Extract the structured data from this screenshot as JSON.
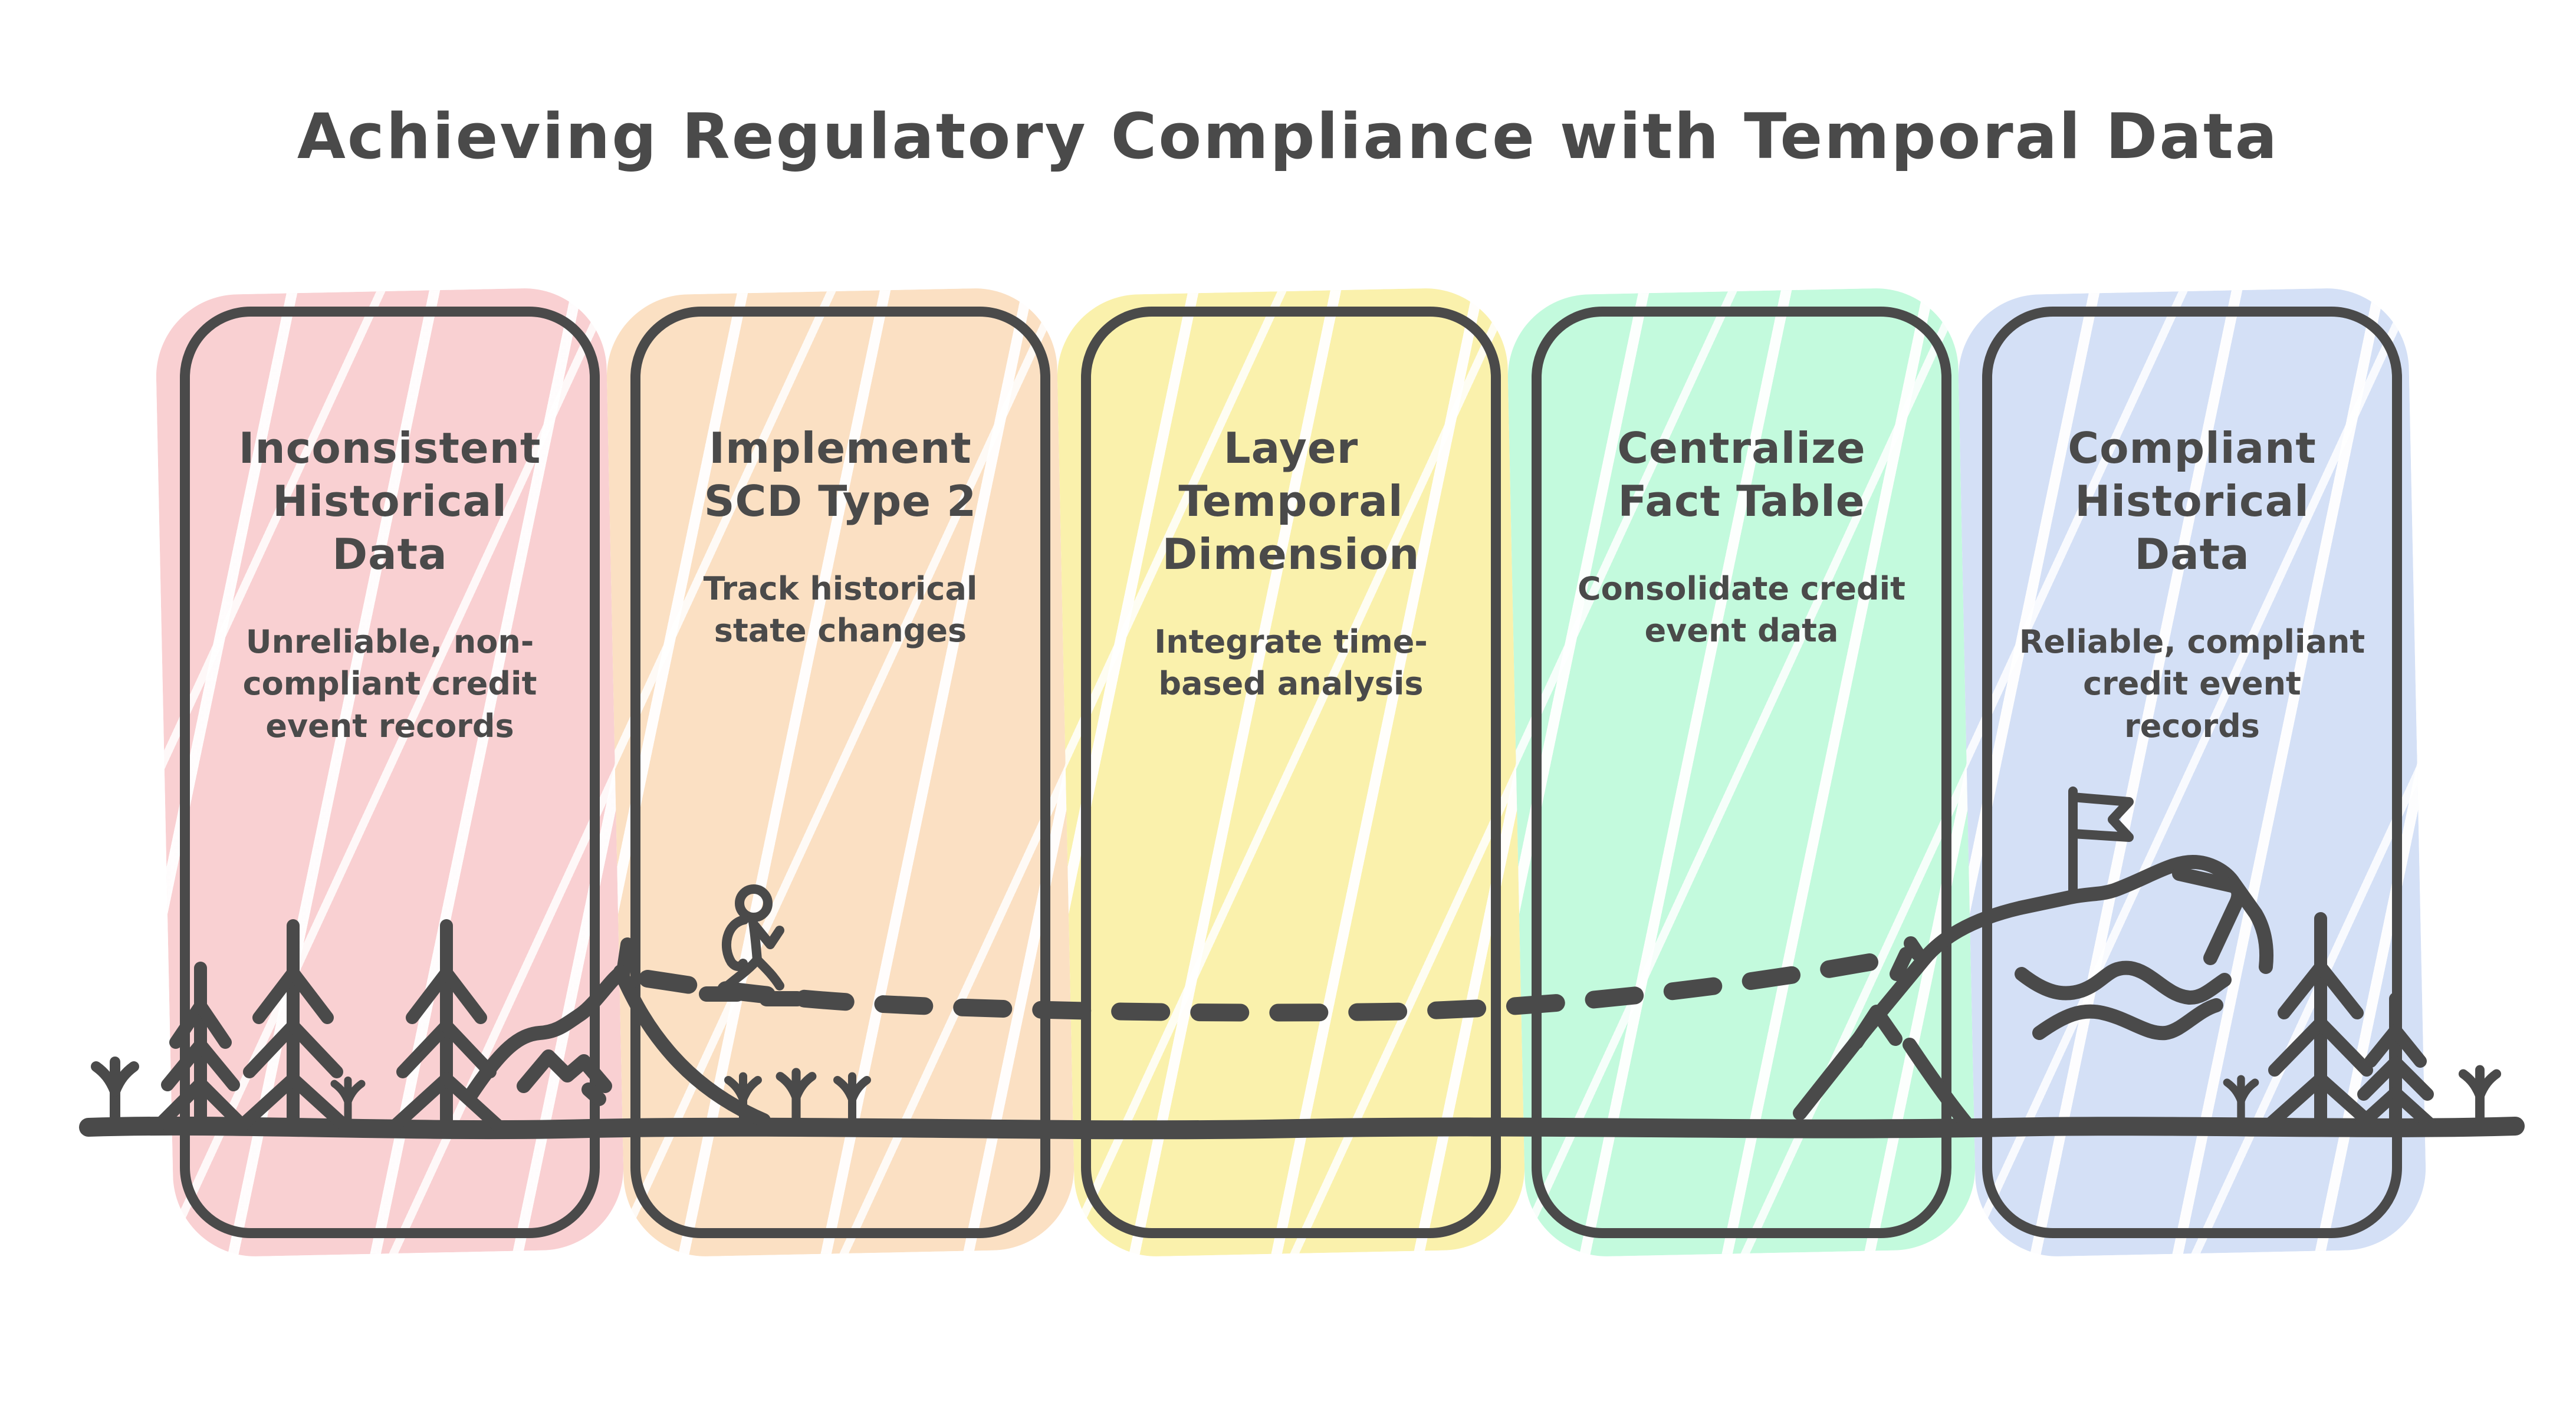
{
  "title": "Achieving Regulatory Compliance with Temporal Data",
  "colors": {
    "ink": "#4a4a4a",
    "background": "#ffffff"
  },
  "steps": [
    {
      "title": "Inconsistent Historical Data",
      "subtitle": "Unreliable, non-compliant credit event records",
      "fill": "#f9d0d2"
    },
    {
      "title": "Implement SCD Type 2",
      "subtitle": "Track historical state changes",
      "fill": "#fbe0c3"
    },
    {
      "title": "Layer Temporal Dimension",
      "subtitle": "Integrate time-based analysis",
      "fill": "#faf1ac"
    },
    {
      "title": "Centralize Fact Table",
      "subtitle": "Consolidate credit event data",
      "fill": "#c3fadd"
    },
    {
      "title": "Compliant Historical Data",
      "subtitle": "Reliable, compliant credit event records",
      "fill": "#d4e0f6"
    }
  ],
  "scene": {
    "icons": [
      "pine-tree-icon",
      "sprout-icon",
      "hiker-icon",
      "trail-dashes",
      "hill-slope",
      "mountain-icon",
      "summit-flag-icon",
      "ground-line"
    ]
  }
}
